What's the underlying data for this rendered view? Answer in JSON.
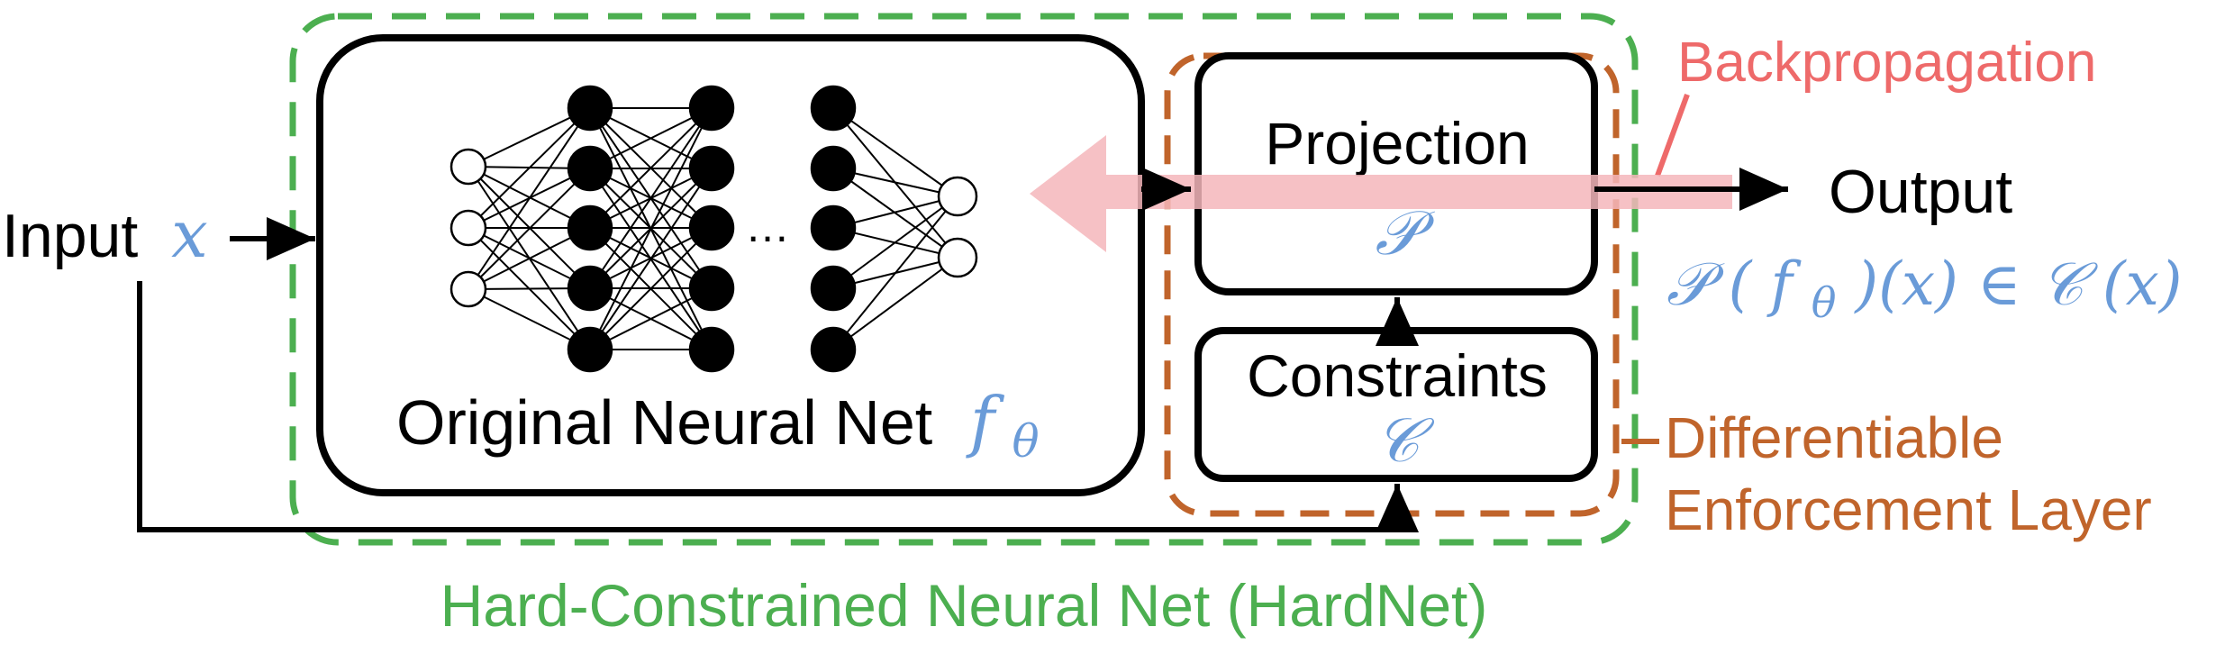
{
  "diagram": {
    "input": {
      "label": "Input",
      "symbol": "x"
    },
    "original_net": {
      "label": "Original Neural Net",
      "symbol": "f",
      "subscript": "θ",
      "ellipsis": "…"
    },
    "projection": {
      "label": "Projection",
      "symbol": "𝒫"
    },
    "constraints": {
      "label": "Constraints",
      "symbol": "𝒞"
    },
    "output": {
      "label": "Output",
      "formula": {
        "p": "𝒫",
        "open": "(",
        "f": "f",
        "theta": "θ",
        "close_x": ")(x) ∈ ",
        "c": "𝒞",
        "tail": "(x)"
      }
    },
    "backprop": {
      "label": "Backpropagation"
    },
    "enforcement_layer": {
      "line1": "Differentiable",
      "line2": "Enforcement Layer"
    },
    "hardnet": {
      "label": "Hard-Constrained Neural Net (HardNet)"
    }
  },
  "colors": {
    "green": "#4caf50",
    "orange": "#c0642b",
    "red": "#ee6a6a",
    "pink": "#f4b6bb",
    "math_blue": "#6a9bd8",
    "black": "#000000"
  }
}
